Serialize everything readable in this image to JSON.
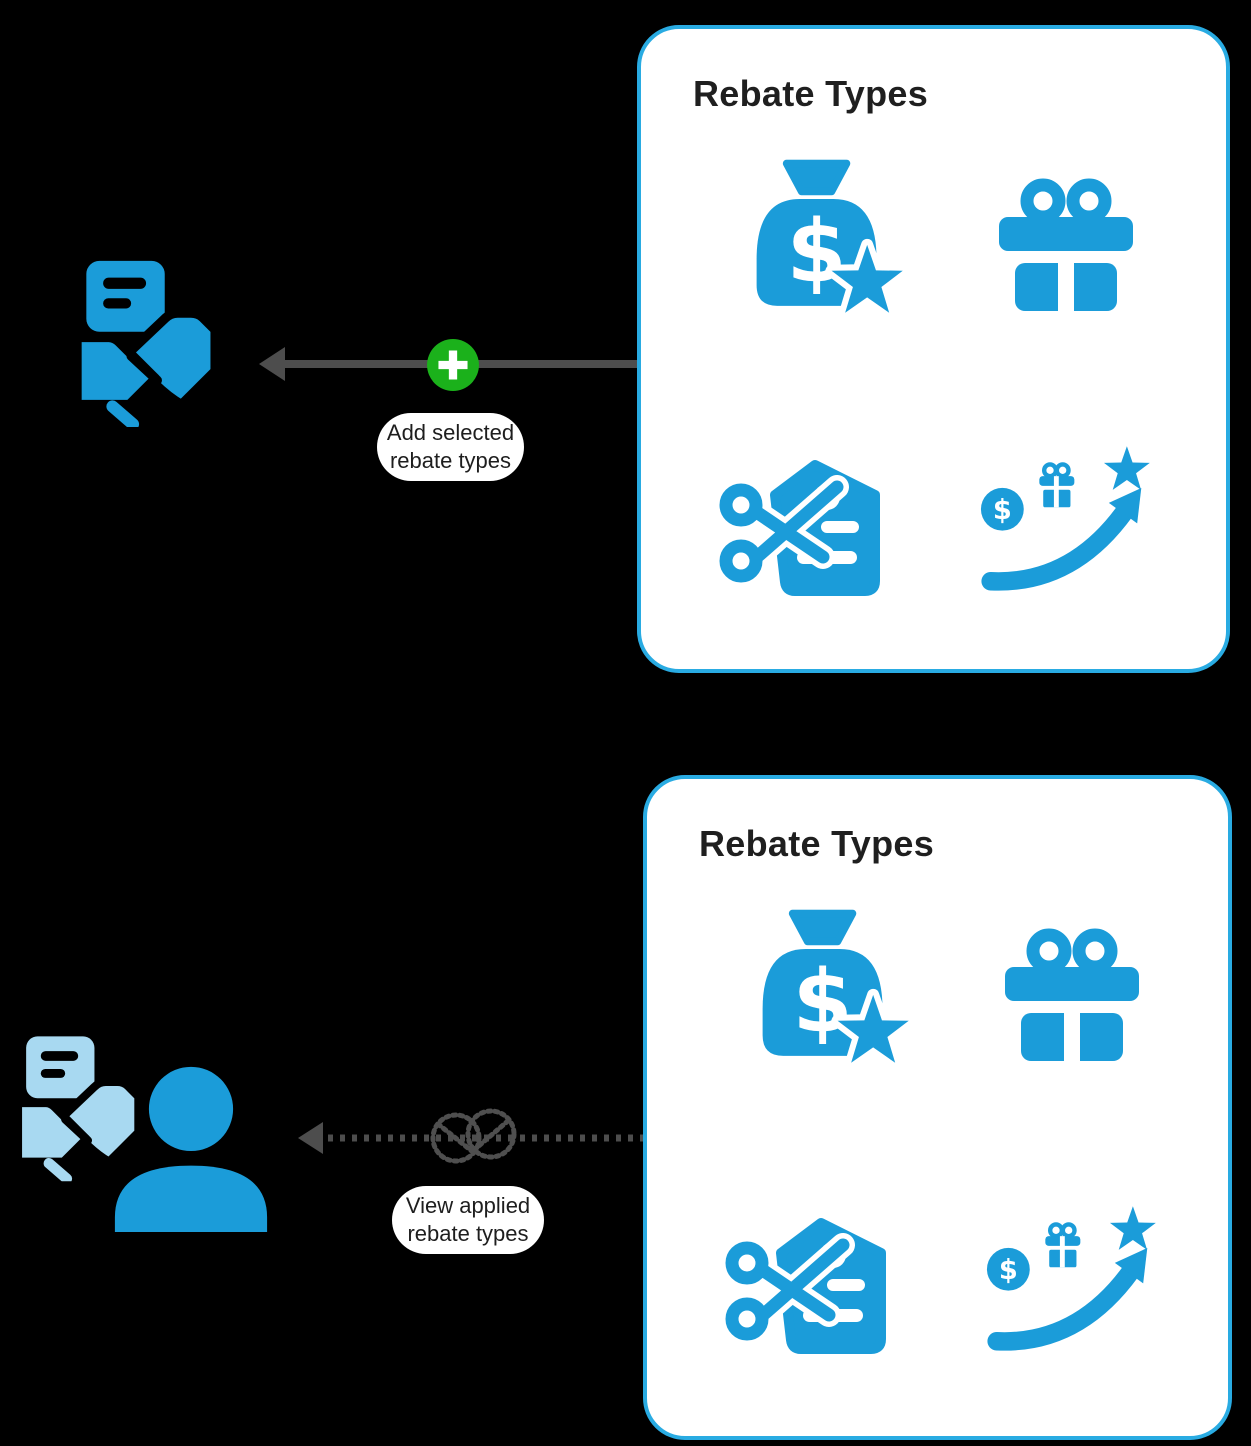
{
  "diagram": {
    "background_color": "#000000",
    "colors": {
      "primary_blue": "#1b9cd9",
      "light_blue": "#a8d9f1",
      "panel_border": "#29abe2",
      "panel_background": "#ffffff",
      "arrow_gray": "#4d4d4d",
      "badge_green": "#1bb11b",
      "title_text": "#1f1f1f",
      "label_text": "#1e1e1e"
    },
    "flows": [
      {
        "id": "add-flow",
        "source_icon": "agreement-handshake-icon",
        "arrow": {
          "style": "solid",
          "direction": "left",
          "badge_icon": "plus-icon",
          "label": "Add selected rebate types"
        },
        "panel": {
          "title": "Rebate Types",
          "icons": [
            "money-bag-star-icon",
            "gift-icon",
            "discount-tag-icon",
            "rewards-growth-icon"
          ]
        }
      },
      {
        "id": "view-flow",
        "source_icon": "partner-user-icon",
        "arrow": {
          "style": "dotted",
          "direction": "left",
          "badge_icon": "knot-icon",
          "label": "View applied rebate types"
        },
        "panel": {
          "title": "Rebate Types",
          "icons": [
            "money-bag-star-icon",
            "gift-icon",
            "discount-tag-icon",
            "rewards-growth-icon"
          ]
        }
      }
    ]
  }
}
